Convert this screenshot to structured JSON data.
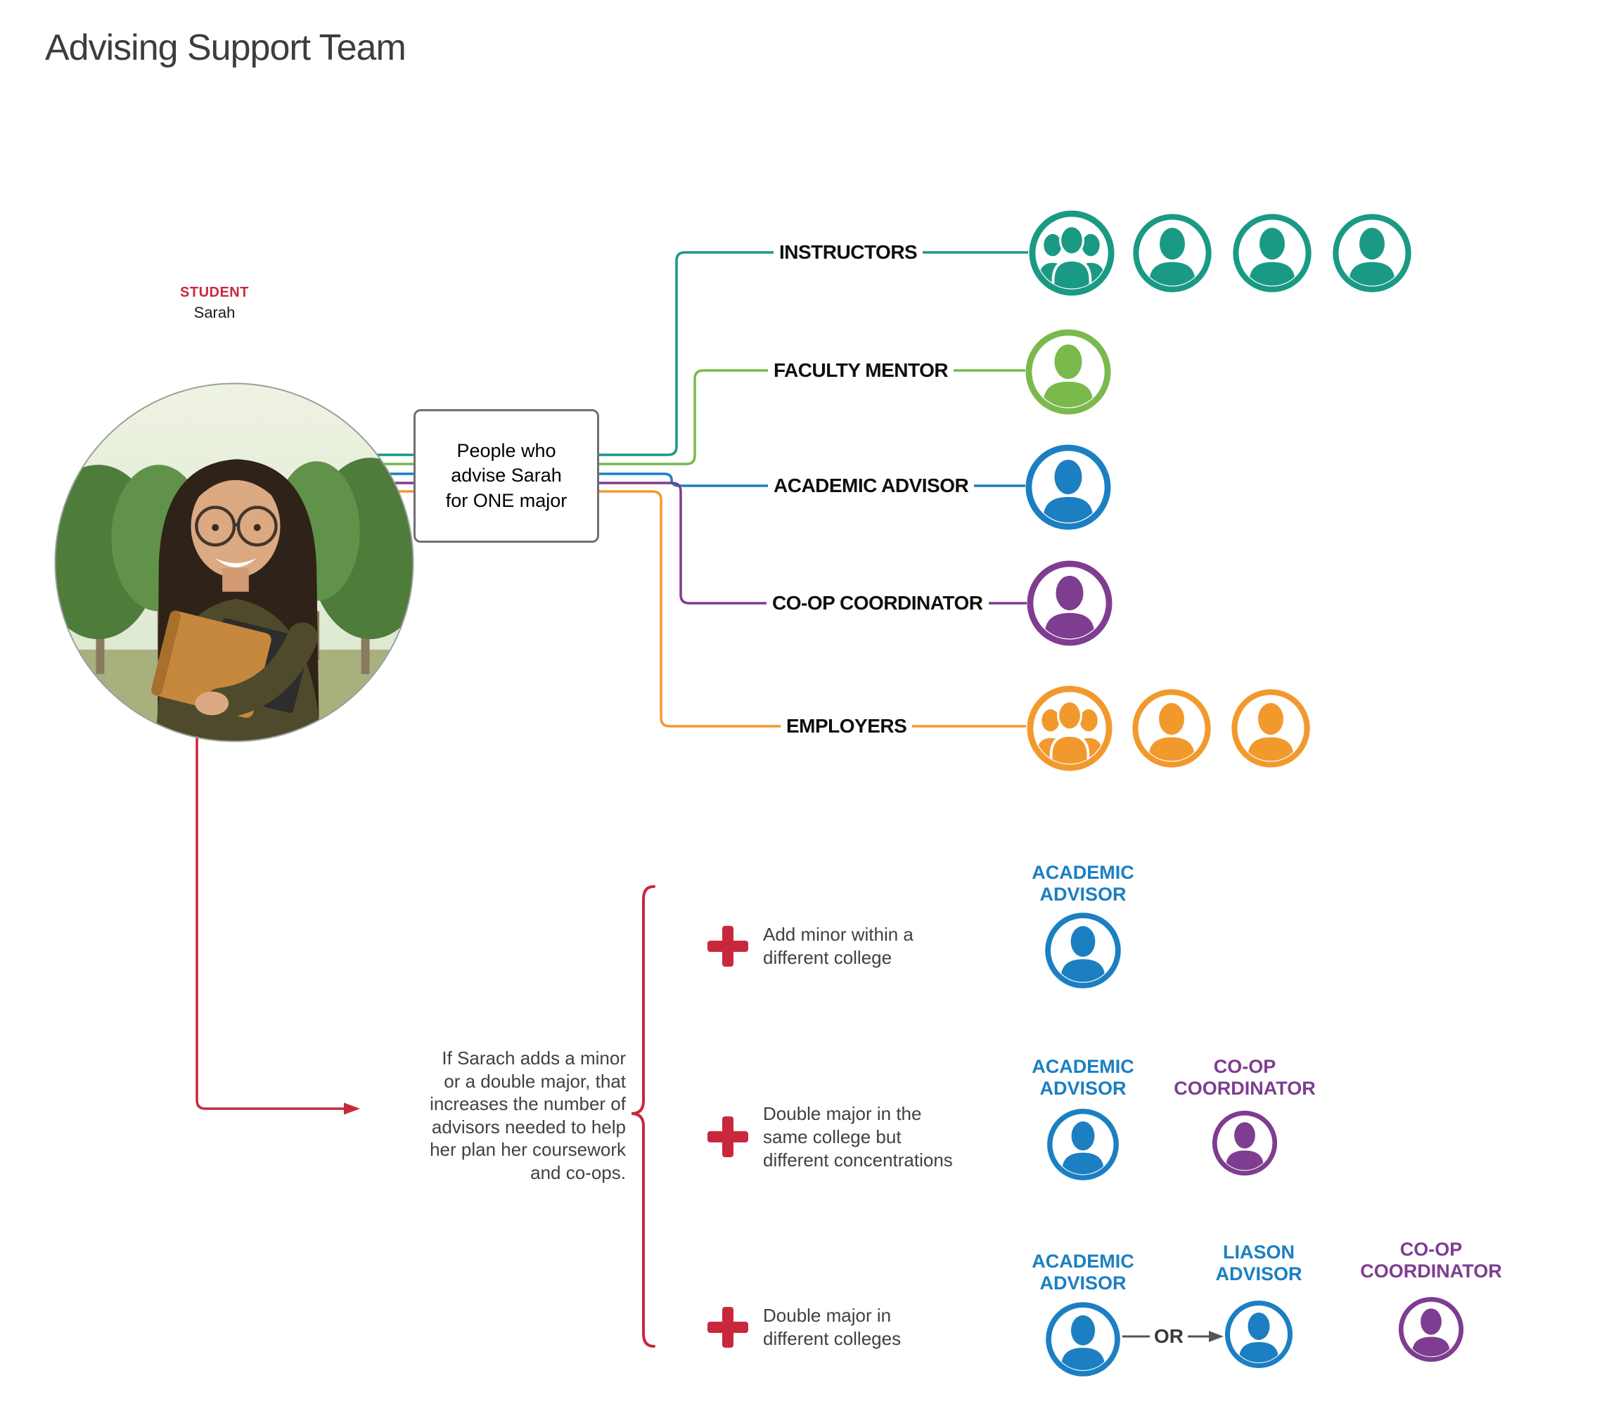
{
  "title": "Advising Support Team",
  "student": {
    "role": "STUDENT",
    "name": "Sarah"
  },
  "hub": {
    "lines": [
      "People who",
      "advise Sarah",
      "for ONE major"
    ]
  },
  "branches": [
    {
      "label": "INSTRUCTORS",
      "color": "#1a9a84",
      "icons": [
        "group",
        "person",
        "person",
        "person"
      ]
    },
    {
      "label": "FACULTY MENTOR",
      "color": "#7ab94c",
      "icons": [
        "person"
      ]
    },
    {
      "label": "ACADEMIC ADVISOR",
      "color": "#1b7fc2",
      "icons": [
        "person"
      ]
    },
    {
      "label": "CO-OP COORDINATOR",
      "color": "#7e3d90",
      "icons": [
        "person"
      ]
    },
    {
      "label": "EMPLOYERS",
      "color": "#f2992d",
      "icons": [
        "group",
        "person",
        "person"
      ]
    }
  ],
  "note": {
    "lines": [
      "If Sarach adds a minor",
      "or a double major, that",
      "increases the number of",
      "advisors needed to help",
      "her plan her coursework",
      "and co-ops."
    ]
  },
  "scenarios": [
    {
      "text_lines": [
        "Add minor within a",
        "different college"
      ],
      "advisors": [
        {
          "label_lines": [
            "ACADEMIC",
            "ADVISOR"
          ],
          "color": "#1b7fc2",
          "icon": "person"
        }
      ]
    },
    {
      "text_lines": [
        "Double major in the",
        "same college but",
        "different concentrations"
      ],
      "advisors": [
        {
          "label_lines": [
            "ACADEMIC",
            "ADVISOR"
          ],
          "color": "#1b7fc2",
          "icon": "person"
        },
        {
          "label_lines": [
            "CO-OP",
            "COORDINATOR"
          ],
          "color": "#7e3d90",
          "icon": "person"
        }
      ]
    },
    {
      "text_lines": [
        "Double major in",
        "different colleges"
      ],
      "or_label": "OR",
      "advisors": [
        {
          "label_lines": [
            "ACADEMIC",
            "ADVISOR"
          ],
          "color": "#1b7fc2",
          "icon": "person"
        },
        {
          "label_lines": [
            "LIASON",
            "ADVISOR"
          ],
          "color": "#1b7fc2",
          "icon": "person"
        },
        {
          "label_lines": [
            "CO-OP",
            "COORDINATOR"
          ],
          "color": "#7e3d90",
          "icon": "person"
        }
      ]
    }
  ],
  "colors": {
    "teal": "#1a9a84",
    "green": "#7ab94c",
    "blue": "#1b7fc2",
    "purple": "#7e3d90",
    "orange": "#f2992d",
    "red": "#c9283c",
    "title_text": "#3d3d3d",
    "body_text": "#414141",
    "branch_label_text": "#0f0f0f",
    "box_border": "#6f6f6f",
    "or_text": "#3a3a3a",
    "or_arrow": "#555555"
  }
}
